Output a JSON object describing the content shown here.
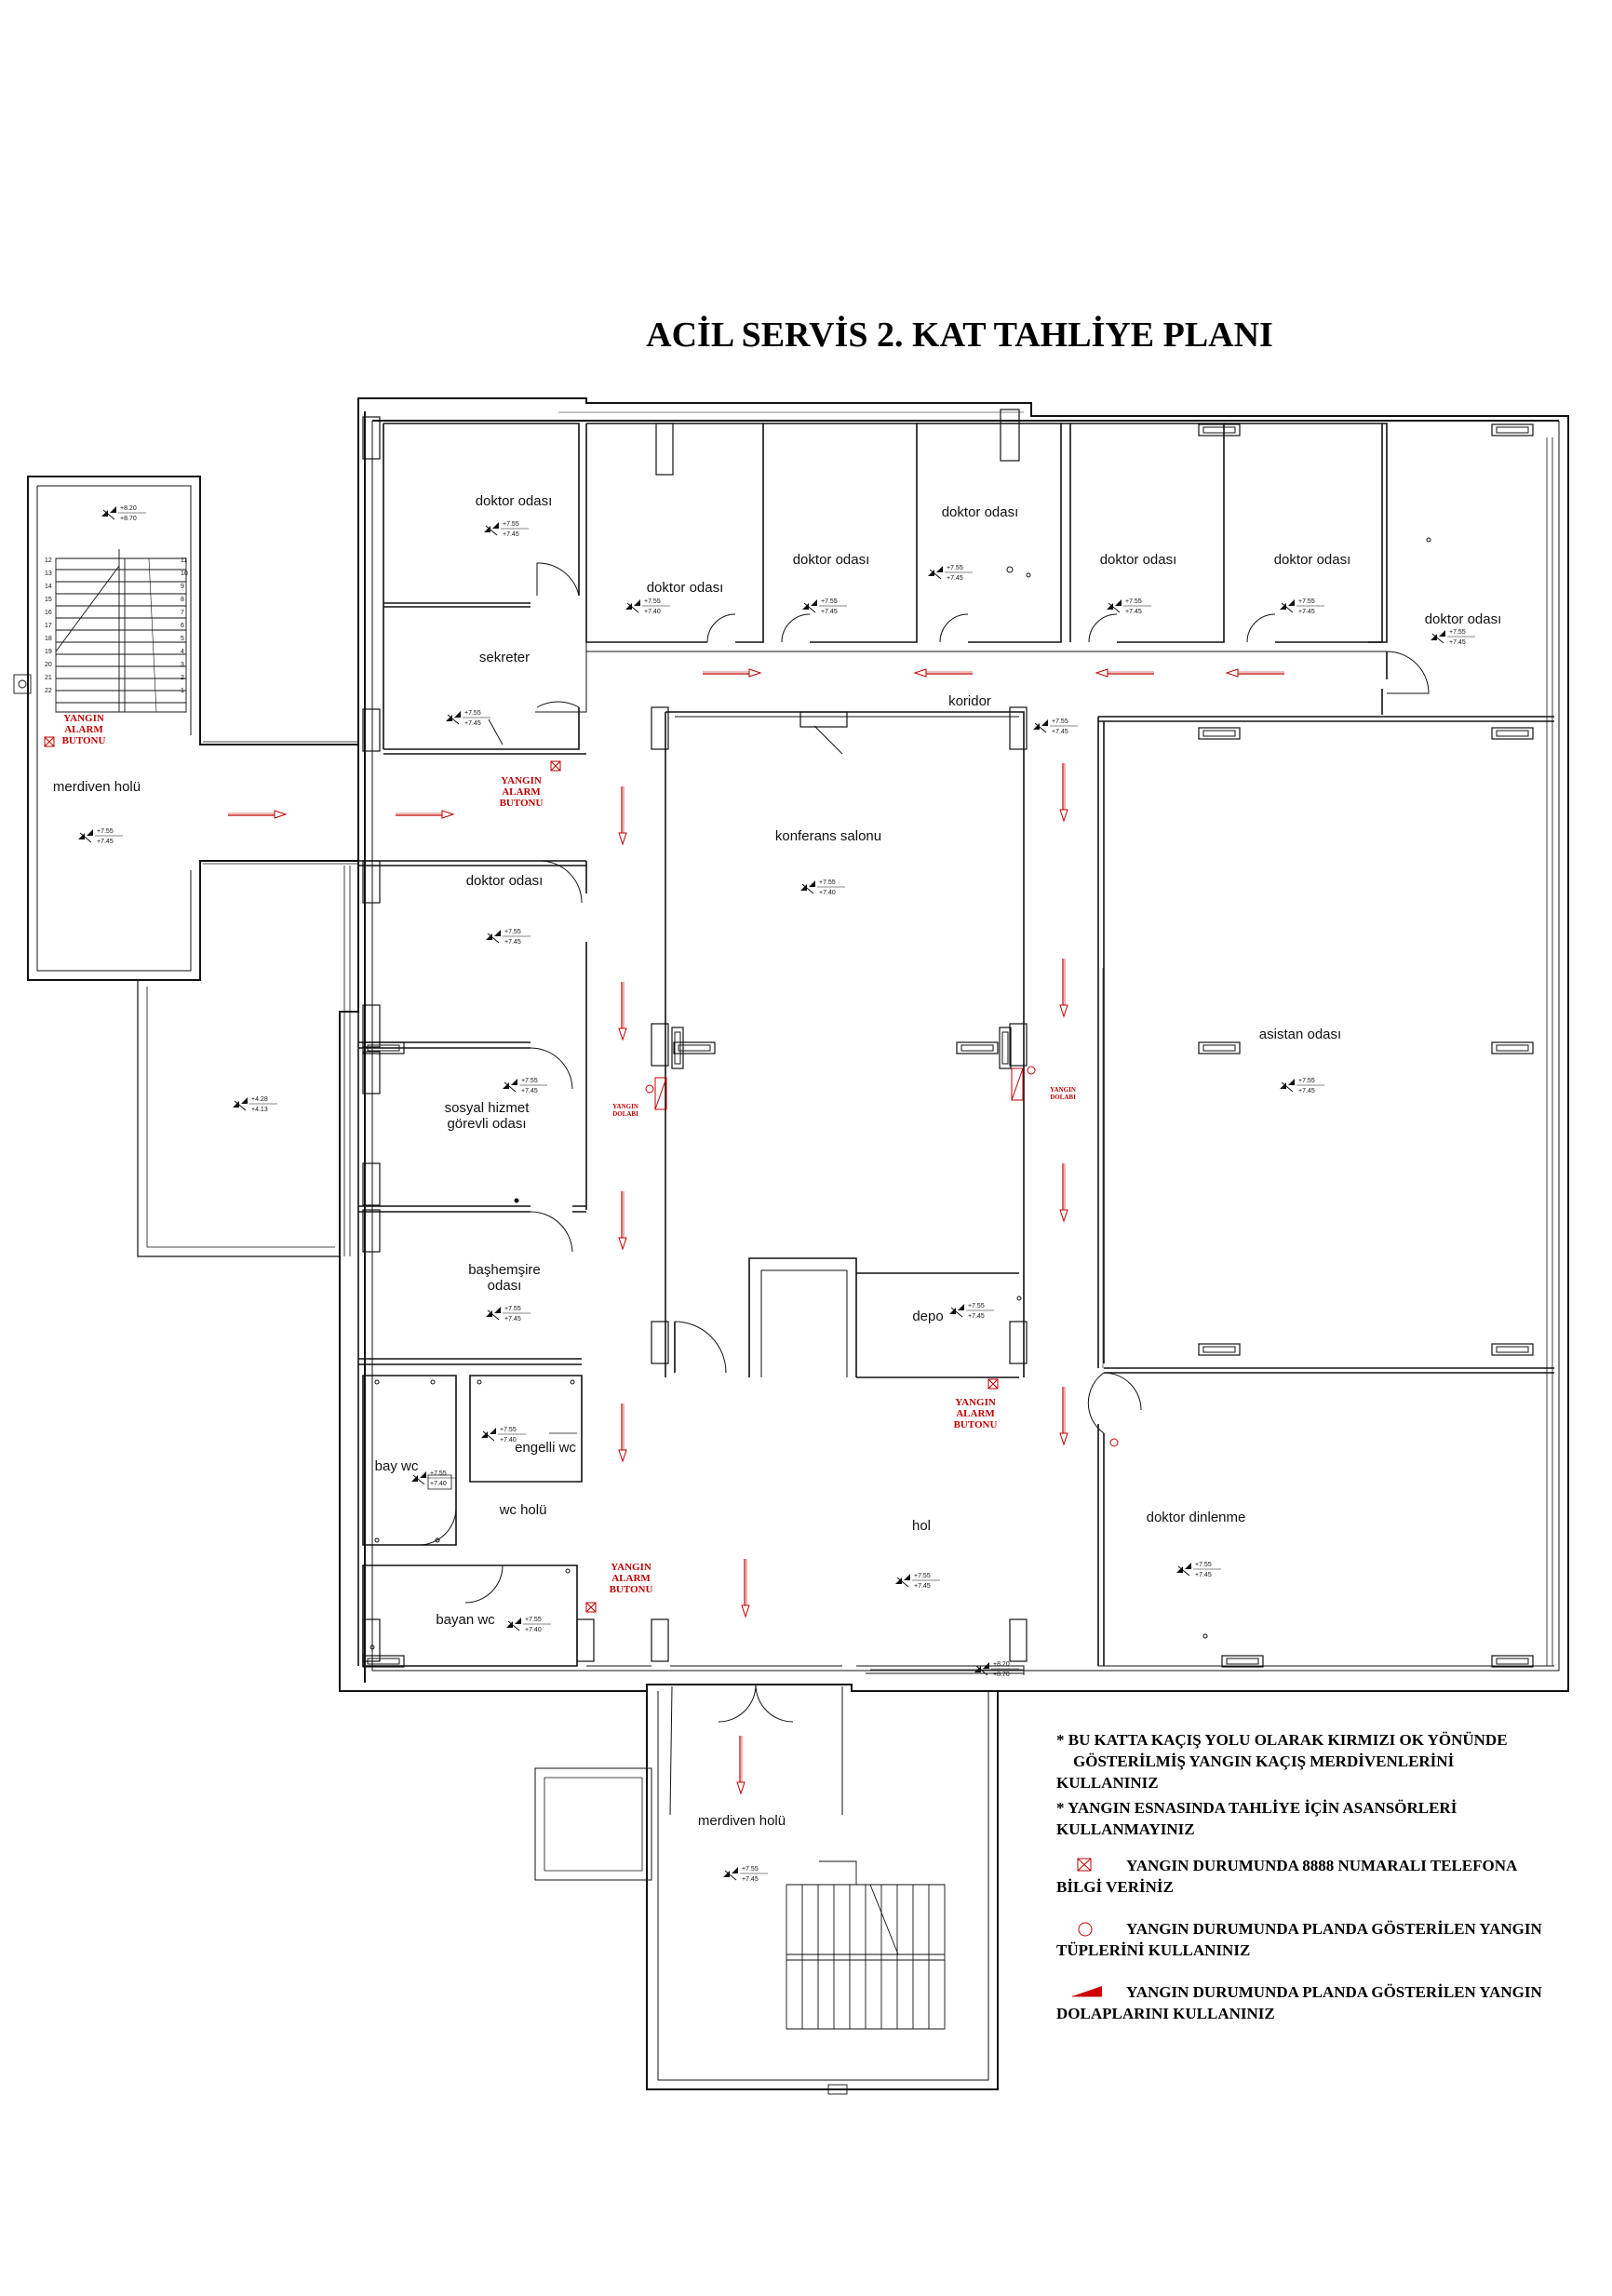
{
  "title": "ACİL SERVİS 2. KAT  TAHLİYE PLANI",
  "rooms": {
    "doktor_1": "doktor odası",
    "doktor_2": "doktor odası",
    "doktor_3": "doktor odası",
    "doktor_4": "doktor odası",
    "doktor_5": "doktor odası",
    "doktor_6": "doktor odası",
    "doktor_7": "doktor odası",
    "doktor_8": "doktor odası",
    "sekreter": "sekreter",
    "koridor": "koridor",
    "merdiven_holu_1": "merdiven holü",
    "konferans": "konferans salonu",
    "asistan": "asistan odası",
    "sosyal_1": "sosyal hizmet",
    "sosyal_2": "görevli odası",
    "bashemsire_1": "başhemşire",
    "bashemsire_2": "odası",
    "depo": "depo",
    "bay_wc": "bay wc",
    "engelli_wc": "engelli wc",
    "wc_holu": "wc holü",
    "bayan_wc": "bayan wc",
    "hol": "hol",
    "doktor_dinlenme": "doktor dinlenme",
    "merdiven_holu_2": "merdiven holü"
  },
  "alarms": {
    "a1": [
      "YANGIN",
      "ALARM",
      "BUTONU"
    ],
    "a2": [
      "YANGIN",
      "ALARM",
      "BUTONU"
    ],
    "a3": [
      "YANGIN",
      "ALARM",
      "BUTONU"
    ],
    "a4": [
      "YANGIN",
      "ALARM",
      "BUTONU"
    ]
  },
  "cabinets": {
    "c1": [
      "YANGIN",
      "DOLABI"
    ],
    "c2": [
      "YANGIN",
      "DOLABI"
    ]
  },
  "elevations": {
    "std_top": "+7.55",
    "std_bot": "+7.45",
    "stair_top": "+8.20",
    "stair_bot": "+8.70",
    "court_top": "+4.28",
    "court_bot": "+4.13",
    "wc_top": "+7.55",
    "wc_bot": "+7.40"
  },
  "stair_numbers": {
    "left": [
      "12",
      "13",
      "14",
      "15",
      "16",
      "17",
      "18",
      "19",
      "20",
      "21",
      "22"
    ],
    "right": [
      "11",
      "10",
      "9",
      "8",
      "7",
      "6",
      "5",
      "4",
      "3",
      "2",
      "1"
    ]
  },
  "notes": {
    "n1_line1": "* BU KATTA KAÇIŞ YOLU OLARAK KIRMIZI OK YÖNÜNDE",
    "n1_line2": "GÖSTERİLMİŞ YANGIN KAÇIŞ MERDİVENLERİNİ",
    "n1_line3": "KULLANINIZ",
    "n2_line1": "*  YANGIN ESNASINDA TAHLİYE İÇİN ASANSÖRLERİ",
    "n2_line2": "KULLANMAYINIZ",
    "leg1_line1": "YANGIN DURUMUNDA 8888 NUMARALI TELEFONA",
    "leg1_line2": "BİLGİ VERİNİZ",
    "leg2_line1": "YANGIN DURUMUNDA PLANDA GÖSTERİLEN YANGIN",
    "leg2_line2": "TÜPLERİNİ KULLANINIZ",
    "leg3_line1": "YANGIN DURUMUNDA PLANDA GÖSTERİLEN YANGIN",
    "leg3_line2": "DOLAPLARINI KULLANINIZ"
  },
  "colors": {
    "wall": "#111111",
    "evac_red": "#c00000"
  }
}
